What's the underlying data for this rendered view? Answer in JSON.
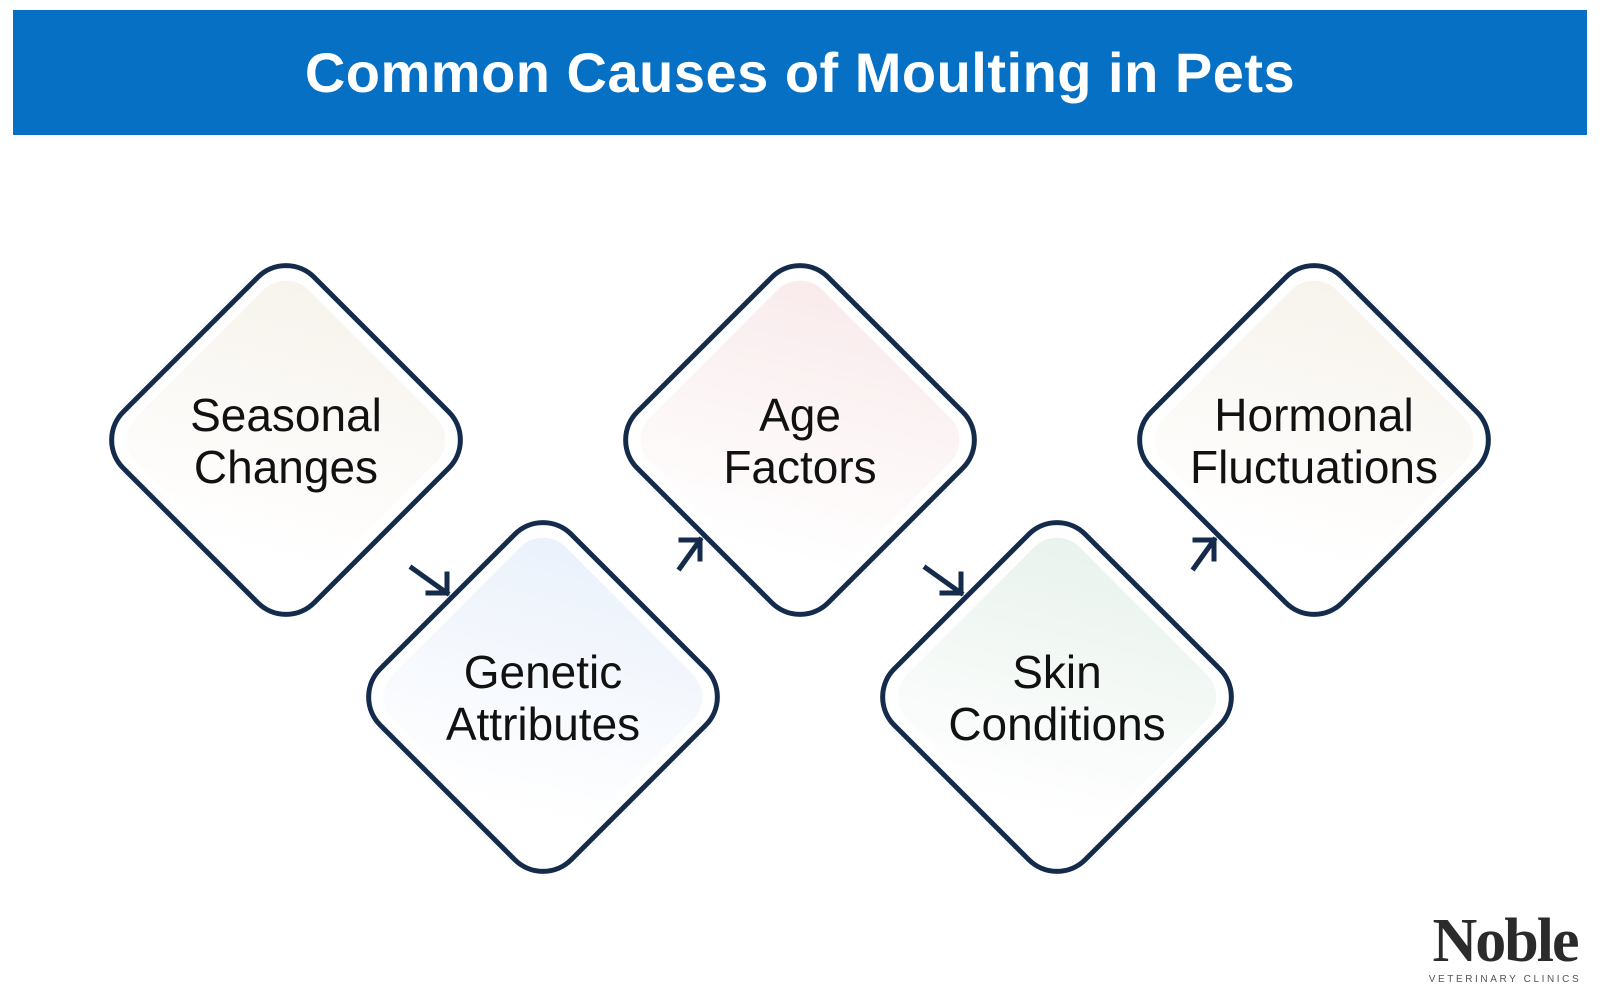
{
  "title": "Common Causes of Moulting in Pets",
  "steps": [
    {
      "lines": [
        "Seasonal",
        "Changes"
      ],
      "fill": "#f7f3ec"
    },
    {
      "lines": [
        "Genetic",
        "Attributes"
      ],
      "fill": "#eaf1fb"
    },
    {
      "lines": [
        "Age",
        "Factors"
      ],
      "fill": "#f9eaeb"
    },
    {
      "lines": [
        "Skin",
        "Conditions"
      ],
      "fill": "#e8f2ec"
    },
    {
      "lines": [
        "Hormonal",
        "Fluctuations"
      ],
      "fill": "#f7f3ec"
    }
  ],
  "colors": {
    "title_bar": "#0570c4",
    "outline": "#142b4c"
  },
  "logo": {
    "name": "Noble",
    "subtitle": "VETERINARY CLINICS"
  }
}
